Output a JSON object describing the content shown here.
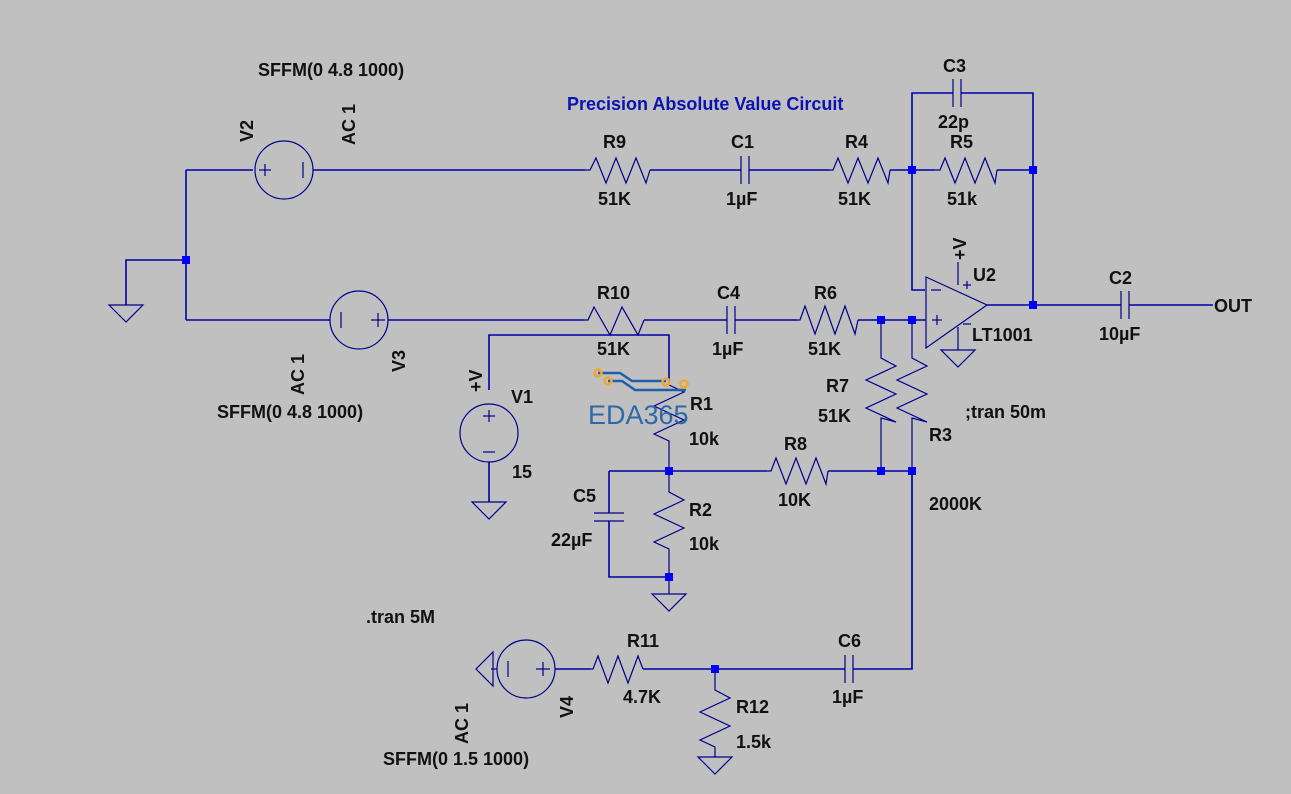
{
  "title": "Precision Absolute Value Circuit",
  "colors": {
    "background": "#c0c0c0",
    "wire": "#0000a8",
    "junction": "#0000ff",
    "title": "#0a12b0",
    "text": "#111111"
  },
  "components": {
    "V1": {
      "name": "V1",
      "value": "15",
      "net_label": "+V"
    },
    "V2": {
      "name": "V2",
      "value": "AC 1",
      "function": "SFFM(0 4.8 1000)"
    },
    "V3": {
      "name": "V3",
      "value": "AC 1",
      "function": "SFFM(0 4.8 1000)"
    },
    "V4": {
      "name": "V4",
      "value": "AC 1",
      "function": "SFFM(0 1.5 1000)"
    },
    "R1": {
      "name": "R1",
      "value": "10k"
    },
    "R2": {
      "name": "R2",
      "value": "10k"
    },
    "R3": {
      "name": "R3",
      "value": "2000K"
    },
    "R4": {
      "name": "R4",
      "value": "51K"
    },
    "R5": {
      "name": "R5",
      "value": "51k"
    },
    "R6": {
      "name": "R6",
      "value": "51K"
    },
    "R7": {
      "name": "R7",
      "value": "51K"
    },
    "R8": {
      "name": "R8",
      "value": "10K"
    },
    "R9": {
      "name": "R9",
      "value": "51K"
    },
    "R10": {
      "name": "R10",
      "value": "51K"
    },
    "R11": {
      "name": "R11",
      "value": "4.7K"
    },
    "R12": {
      "name": "R12",
      "value": "1.5k"
    },
    "C1": {
      "name": "C1",
      "value": "1µF"
    },
    "C2": {
      "name": "C2",
      "value": "10µF"
    },
    "C3": {
      "name": "C3",
      "value": "22p"
    },
    "C4": {
      "name": "C4",
      "value": "1µF"
    },
    "C5": {
      "name": "C5",
      "value": "22µF"
    },
    "C6": {
      "name": "C6",
      "value": "1µF"
    },
    "U2": {
      "name": "U2",
      "value": "LT1001",
      "supply_label": "+V"
    }
  },
  "net_labels": {
    "out": "OUT"
  },
  "directives": {
    "tran_comment": ";tran 50m",
    "tran": ".tran 5M"
  },
  "watermark": "EDA365"
}
